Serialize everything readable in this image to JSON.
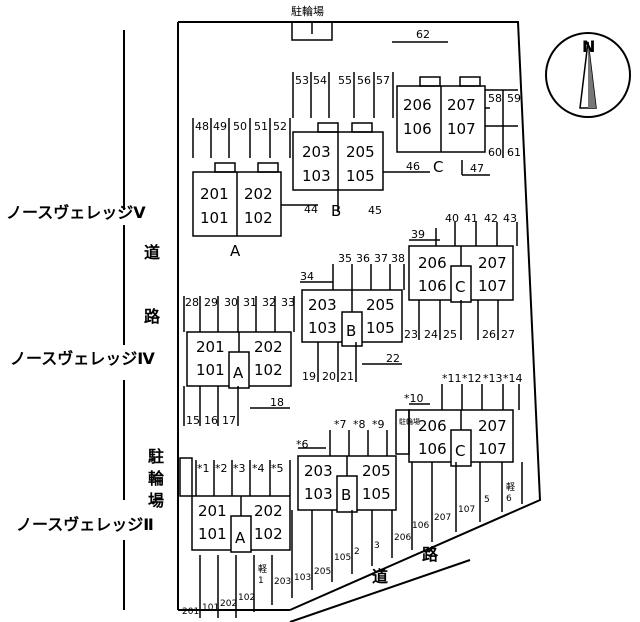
{
  "map": {
    "compass": {
      "north": "N"
    },
    "bicycle_parking": "駐輪場",
    "road_left": [
      "道",
      "路"
    ],
    "road_left_bike": [
      "駐",
      "輪",
      "場"
    ],
    "road_bottom": [
      "道",
      "路"
    ],
    "bike_small": "駐輪場",
    "villages": {
      "v5": "ノースヴェレッジⅤ",
      "v4": "ノースヴェレッジⅣ",
      "v2": "ノースヴェレッジⅡ"
    },
    "buildings": {
      "v5_A": {
        "label": "A",
        "units": [
          [
            "201",
            "101"
          ],
          [
            "202",
            "102"
          ]
        ]
      },
      "v5_B": {
        "label": "B",
        "units": [
          [
            "203",
            "103"
          ],
          [
            "205",
            "105"
          ]
        ]
      },
      "v5_C": {
        "label": "C",
        "units": [
          [
            "206",
            "106"
          ],
          [
            "207",
            "107"
          ]
        ]
      },
      "v4_A": {
        "label": "A",
        "units": [
          [
            "201",
            "101"
          ],
          [
            "202",
            "102"
          ]
        ]
      },
      "v4_B": {
        "label": "B",
        "units": [
          [
            "203",
            "103"
          ],
          [
            "205",
            "105"
          ]
        ]
      },
      "v4_C": {
        "label": "C",
        "units": [
          [
            "206",
            "106"
          ],
          [
            "207",
            "107"
          ]
        ]
      },
      "v2_A": {
        "label": "A",
        "units": [
          [
            "201",
            "101"
          ],
          [
            "202",
            "102"
          ]
        ]
      },
      "v2_B": {
        "label": "B",
        "units": [
          [
            "203",
            "103"
          ],
          [
            "205",
            "105"
          ]
        ]
      },
      "v2_C": {
        "label": "C",
        "units": [
          [
            "206",
            "106"
          ],
          [
            "207",
            "107"
          ]
        ]
      }
    },
    "parking": {
      "p48_52": [
        "48",
        "49",
        "50",
        "51",
        "52"
      ],
      "p53_57": [
        "53",
        "54",
        "55",
        "56",
        "57"
      ],
      "p58_59": [
        "58",
        "59"
      ],
      "p60_61": [
        "60",
        "61"
      ],
      "single": {
        "p62": "62",
        "p44": "44",
        "p45": "45",
        "p46": "46",
        "p47": "47",
        "p39": "39",
        "p34": "34",
        "p22": "22",
        "p18": "18",
        "p10": "*10"
      },
      "p40_43": [
        "40",
        "41",
        "42",
        "43"
      ],
      "p35_38": [
        "35",
        "36",
        "37",
        "38"
      ],
      "p28_33": [
        "28",
        "29",
        "30",
        "31",
        "32",
        "33"
      ],
      "p19_21": [
        "19",
        "20",
        "21"
      ],
      "p23_25": [
        "23",
        "24",
        "25"
      ],
      "p26_27": [
        "26",
        "27"
      ],
      "p15_17": [
        "15",
        "16",
        "17"
      ],
      "p11_14": [
        "*11",
        "*12",
        "*13",
        "*14"
      ],
      "p6": "*6",
      "p7_9": [
        "*7",
        "*8",
        "*9"
      ],
      "p1_5": [
        "*1",
        "*2",
        "*3",
        "*4",
        "*5"
      ],
      "bottom_row": [
        "201",
        "101",
        "202",
        "102",
        "軽\n1",
        "203",
        "103",
        "205",
        "105",
        "2",
        "3",
        "206",
        "106",
        "207",
        "107",
        "5",
        "軽\n6"
      ]
    }
  }
}
